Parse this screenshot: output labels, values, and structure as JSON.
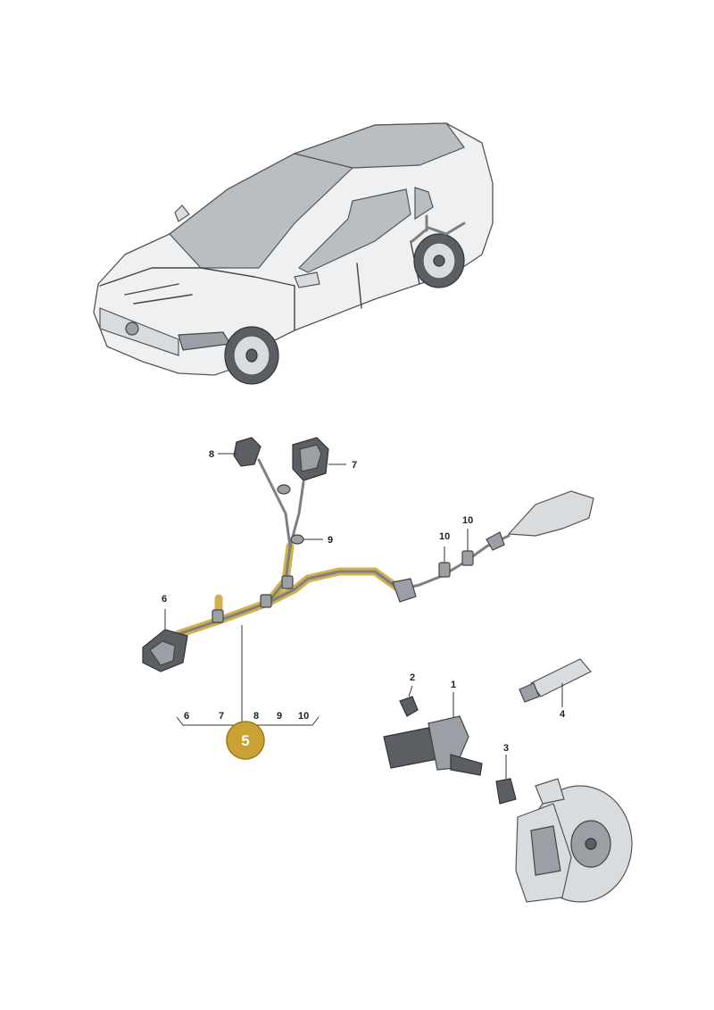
{
  "diagram": {
    "badge": {
      "label": "5",
      "color": "#c9a233"
    },
    "group_labels": [
      "6",
      "7",
      "8",
      "9",
      "10"
    ],
    "callouts": {
      "c8_top": "8",
      "c7_top": "7",
      "c9": "9",
      "c10_left": "10",
      "c10_right": "10",
      "c6": "6",
      "c2": "2",
      "c1": "1",
      "c4": "4",
      "c3": "3"
    },
    "colors": {
      "highlight": "#c9a233",
      "line": "#333333",
      "car_body": "#eef0f1",
      "glass": "#b9bec3"
    }
  }
}
